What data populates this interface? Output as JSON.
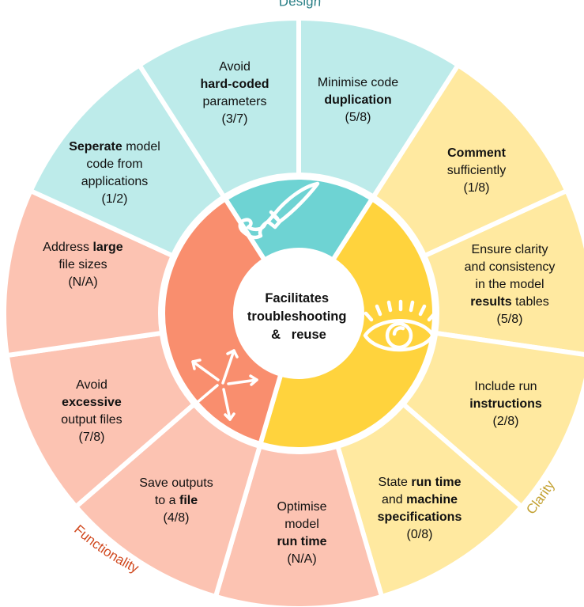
{
  "center": {
    "lines": [
      "Facilitates",
      "troubleshooting",
      "&   reuse"
    ]
  },
  "categories": [
    {
      "key": "design",
      "label": "Design",
      "color": "#2a7f86"
    },
    {
      "key": "clarity",
      "label": "Clarity",
      "color": "#c2a030"
    },
    {
      "key": "functionality",
      "label": "Functionality",
      "color": "#d0481e"
    }
  ],
  "category_colors": {
    "design_inner": "#6ed3d3",
    "design_outer": "#bdebea",
    "clarity_inner": "#ffd33d",
    "clarity_outer": "#ffe9a0",
    "functionality_inner": "#f98e6e",
    "functionality_outer": "#fcc3b2"
  },
  "icons": {
    "design": "paintbrush-icon",
    "clarity": "eye-icon",
    "functionality": "arrows-outward-icon"
  },
  "segments": [
    {
      "id": "minimise-duplication",
      "category": "design",
      "lines": [
        [
          [
            "Minimise code",
            false
          ]
        ],
        [
          [
            "duplication",
            true
          ]
        ],
        [
          [
            "(5/8)",
            false
          ]
        ]
      ]
    },
    {
      "id": "comment-sufficiently",
      "category": "clarity",
      "lines": [
        [
          [
            "Comment",
            true
          ]
        ],
        [
          [
            "sufficiently",
            false
          ]
        ],
        [
          [
            "(1/8)",
            false
          ]
        ]
      ]
    },
    {
      "id": "results-tables",
      "category": "clarity",
      "lines": [
        [
          [
            "Ensure clarity",
            false
          ]
        ],
        [
          [
            "and consistency",
            false
          ]
        ],
        [
          [
            "in the model",
            false
          ]
        ],
        [
          [
            "results",
            true
          ],
          [
            " tables",
            false
          ]
        ],
        [
          [
            "(5/8)",
            false
          ]
        ]
      ]
    },
    {
      "id": "run-instructions",
      "category": "clarity",
      "lines": [
        [
          [
            "Include run",
            false
          ]
        ],
        [
          [
            "instructions",
            true
          ]
        ],
        [
          [
            "(2/8)",
            false
          ]
        ]
      ]
    },
    {
      "id": "run-time-specs",
      "category": "clarity",
      "lines": [
        [
          [
            "State ",
            false
          ],
          [
            "run time",
            true
          ]
        ],
        [
          [
            "and ",
            false
          ],
          [
            "machine",
            true
          ]
        ],
        [
          [
            "specifications",
            true
          ]
        ],
        [
          [
            "(0/8)",
            false
          ]
        ]
      ]
    },
    {
      "id": "optimise-run-time",
      "category": "functionality",
      "lines": [
        [
          [
            "Optimise",
            false
          ]
        ],
        [
          [
            "model",
            false
          ]
        ],
        [
          [
            "run time",
            true
          ]
        ],
        [
          [
            "(N/A)",
            false
          ]
        ]
      ]
    },
    {
      "id": "save-outputs",
      "category": "functionality",
      "lines": [
        [
          [
            "Save outputs",
            false
          ]
        ],
        [
          [
            "to a ",
            false
          ],
          [
            "file",
            true
          ]
        ],
        [
          [
            "(4/8)",
            false
          ]
        ]
      ]
    },
    {
      "id": "avoid-excessive-outputs",
      "category": "functionality",
      "lines": [
        [
          [
            "Avoid",
            false
          ]
        ],
        [
          [
            "excessive",
            true
          ]
        ],
        [
          [
            "output files",
            false
          ]
        ],
        [
          [
            "(7/8)",
            false
          ]
        ]
      ]
    },
    {
      "id": "large-file-sizes",
      "category": "functionality",
      "lines": [
        [
          [
            "Address ",
            false
          ],
          [
            "large",
            true
          ]
        ],
        [
          [
            "file sizes",
            false
          ]
        ],
        [
          [
            "(N/A)",
            false
          ]
        ]
      ]
    },
    {
      "id": "separate-model-code",
      "category": "design",
      "lines": [
        [
          [
            "Seperate",
            true
          ],
          [
            " model",
            false
          ]
        ],
        [
          [
            "code from",
            false
          ]
        ],
        [
          [
            "applications",
            false
          ]
        ],
        [
          [
            "(1/2)",
            false
          ]
        ]
      ]
    },
    {
      "id": "avoid-hard-coded",
      "category": "design",
      "lines": [
        [
          [
            "Avoid",
            false
          ]
        ],
        [
          [
            "hard-coded",
            true
          ]
        ],
        [
          [
            "parameters",
            false
          ]
        ],
        [
          [
            "(3/7)",
            false
          ]
        ]
      ]
    }
  ]
}
